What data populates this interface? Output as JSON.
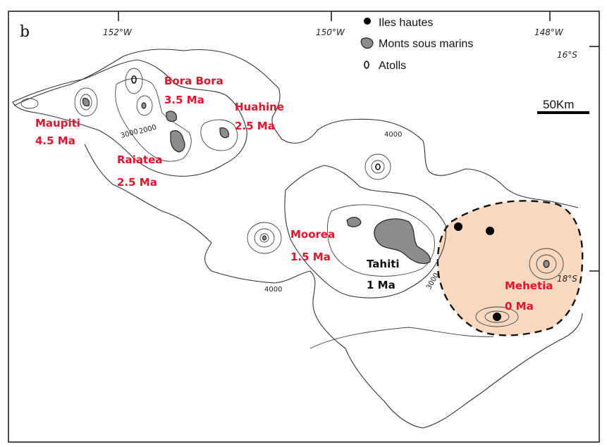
{
  "panel_label": "b",
  "longitudes": [
    "152°W",
    "150°W",
    "148°W"
  ],
  "latitudes": [
    "16°S",
    "18°S"
  ],
  "legend": {
    "high_islands": "Iles hautes",
    "seamounts": "Monts sous marins",
    "atolls": "Atolls"
  },
  "scale": {
    "label": "50Km"
  },
  "depths": {
    "d2000": "2000",
    "d3000_a": "3000",
    "d3000_b": "3000",
    "d4000_a": "4000",
    "d4000_b": "4000"
  },
  "islands": {
    "maupiti": {
      "name": "Maupiti",
      "age": "4.5 Ma"
    },
    "bora_bora": {
      "name": "Bora Bora",
      "age": "3.5 Ma"
    },
    "huahine": {
      "name": "Huahine",
      "age": "2.5 Ma"
    },
    "raiatea": {
      "name": "Raiatea",
      "age": "2.5 Ma"
    },
    "moorea": {
      "name": "Moorea",
      "age": "1.5 Ma"
    },
    "tahiti": {
      "name": "Tahiti",
      "age": "1 Ma"
    },
    "mehetia": {
      "name": "Mehetia",
      "age": "0 Ma"
    }
  },
  "colors": {
    "label_red": "#e8102a",
    "hotspot_fill": "#f8d8bf",
    "seamount_gray": "#8c8c8c"
  }
}
